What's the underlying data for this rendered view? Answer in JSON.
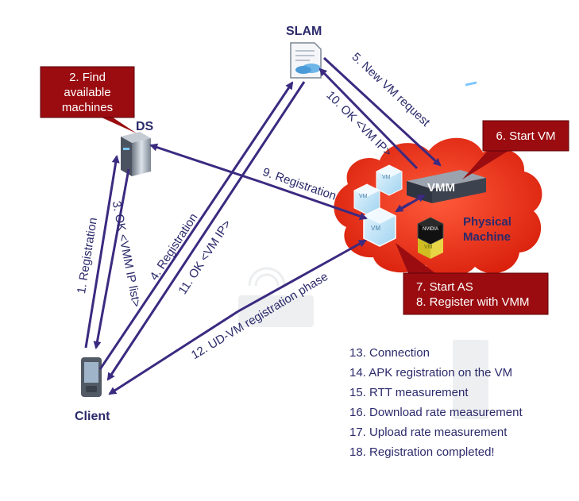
{
  "nodes": {
    "slam": "SLAM",
    "ds": "DS",
    "client": "Client",
    "vmm": "VMM",
    "vm_small": "VM",
    "nvidia": "NVIDIA",
    "physical_line1": "Physical",
    "physical_line2": "Machine"
  },
  "callouts": {
    "find_line1": "2. Find",
    "find_line2": "available",
    "find_line3": "machines",
    "start_vm": "6. Start VM",
    "start_as": "7. Start AS",
    "register_vmm": "8. Register with VMM"
  },
  "arrows": {
    "registration_1": "1. Registration",
    "ok_vmm_ip_3": "3. OK <VMM IP list>",
    "registration_4": "4. Registration",
    "new_vm_request_5": "5. New VM request",
    "registration_9": "9. Registration",
    "ok_vm_ip_10": "10. OK <VM IP>",
    "ok_vm_ip_11": "11. OK <VM IP>",
    "ud_vm_phase_12": "12. UD-VM registration phase"
  },
  "steps": [
    "13. Connection",
    "14. APK registration on the VM",
    "15. RTT measurement",
    "16. Download rate measurement",
    "17. Upload rate measurement",
    "18. Registration completed!"
  ],
  "colors": {
    "arrow": "#3b2a80",
    "callout_fill": "#9a0c10",
    "cloud": "#e02a10",
    "label": "#2b2a6b"
  }
}
